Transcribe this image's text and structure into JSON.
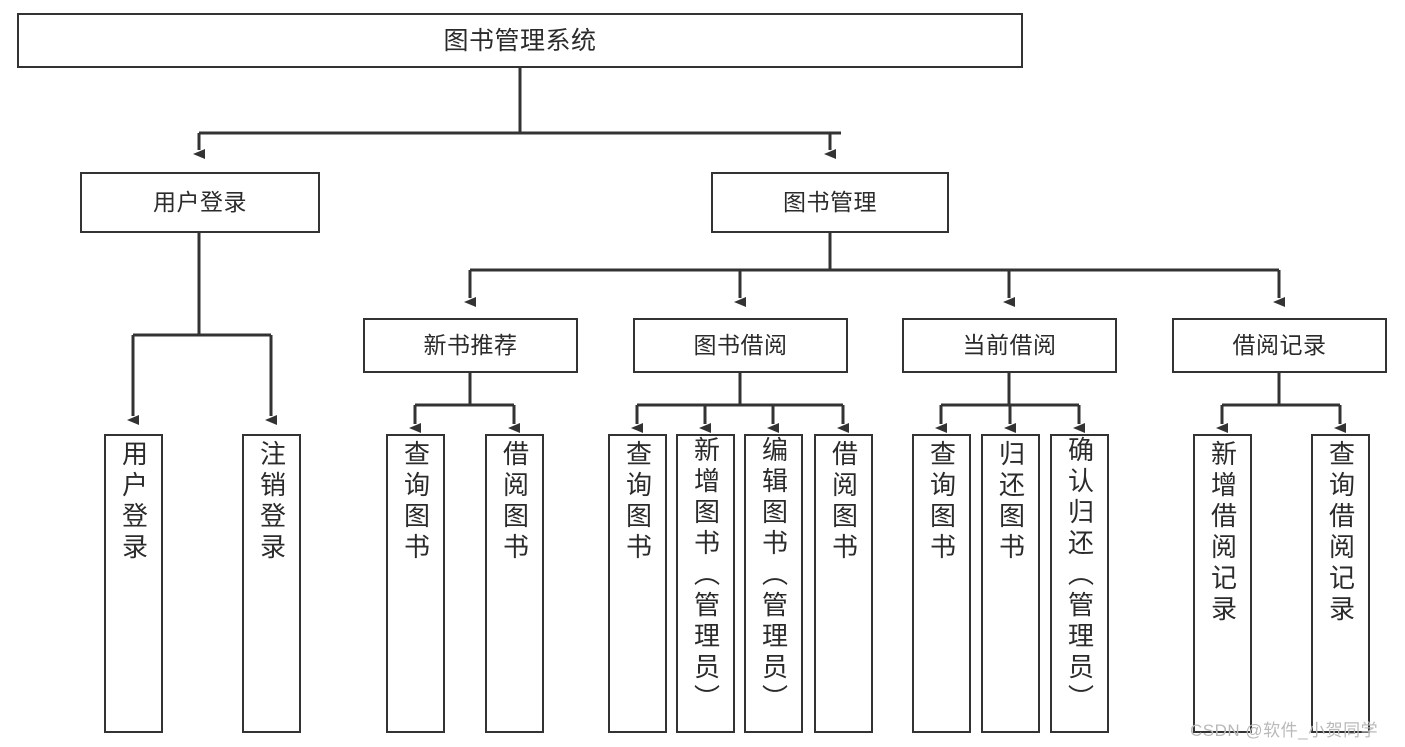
{
  "diagram": {
    "type": "tree-hierarchy",
    "title": "图书管理系统",
    "stroke_color": "#333333",
    "text_color": "#2b2b2b",
    "background_color": "#ffffff",
    "levels": 4
  },
  "nodes": {
    "root": {
      "label": "图书管理系统"
    },
    "level2": [
      {
        "label": "用户登录"
      },
      {
        "label": "图书管理"
      }
    ],
    "level3": [
      {
        "label": "新书推荐"
      },
      {
        "label": "图书借阅"
      },
      {
        "label": "当前借阅"
      },
      {
        "label": "借阅记录"
      }
    ],
    "user_login_leaves": [
      {
        "label": "用户登录"
      },
      {
        "label": "注销登录"
      }
    ],
    "new_book_leaves": [
      {
        "label": "查询图书"
      },
      {
        "label": "借阅图书"
      }
    ],
    "book_borrow_leaves": [
      {
        "label": "查询图书"
      },
      {
        "label": "新增图书（管理员）"
      },
      {
        "label": "编辑图书（管理员）"
      },
      {
        "label": "借阅图书"
      }
    ],
    "current_borrow_leaves": [
      {
        "label": "查询图书"
      },
      {
        "label": "归还图书"
      },
      {
        "label": "确认归还（管理员）"
      }
    ],
    "borrow_record_leaves": [
      {
        "label": "新增借阅记录"
      },
      {
        "label": "查询借阅记录"
      }
    ]
  },
  "edges": [
    {
      "from": "图书管理系统",
      "to": "用户登录"
    },
    {
      "from": "图书管理系统",
      "to": "图书管理"
    },
    {
      "from": "用户登录",
      "to": "用户登录"
    },
    {
      "from": "用户登录",
      "to": "注销登录"
    },
    {
      "from": "图书管理",
      "to": "新书推荐"
    },
    {
      "from": "图书管理",
      "to": "图书借阅"
    },
    {
      "from": "图书管理",
      "to": "当前借阅"
    },
    {
      "from": "图书管理",
      "to": "借阅记录"
    },
    {
      "from": "新书推荐",
      "to": "查询图书"
    },
    {
      "from": "新书推荐",
      "to": "借阅图书"
    },
    {
      "from": "图书借阅",
      "to": "查询图书"
    },
    {
      "from": "图书借阅",
      "to": "新增图书（管理员）"
    },
    {
      "from": "图书借阅",
      "to": "编辑图书（管理员）"
    },
    {
      "from": "图书借阅",
      "to": "借阅图书"
    },
    {
      "from": "当前借阅",
      "to": "查询图书"
    },
    {
      "from": "当前借阅",
      "to": "归还图书"
    },
    {
      "from": "当前借阅",
      "to": "确认归还（管理员）"
    },
    {
      "from": "借阅记录",
      "to": "新增借阅记录"
    },
    {
      "from": "借阅记录",
      "to": "查询借阅记录"
    }
  ],
  "watermark": {
    "text": "CSDN @软件_小贺同学"
  }
}
